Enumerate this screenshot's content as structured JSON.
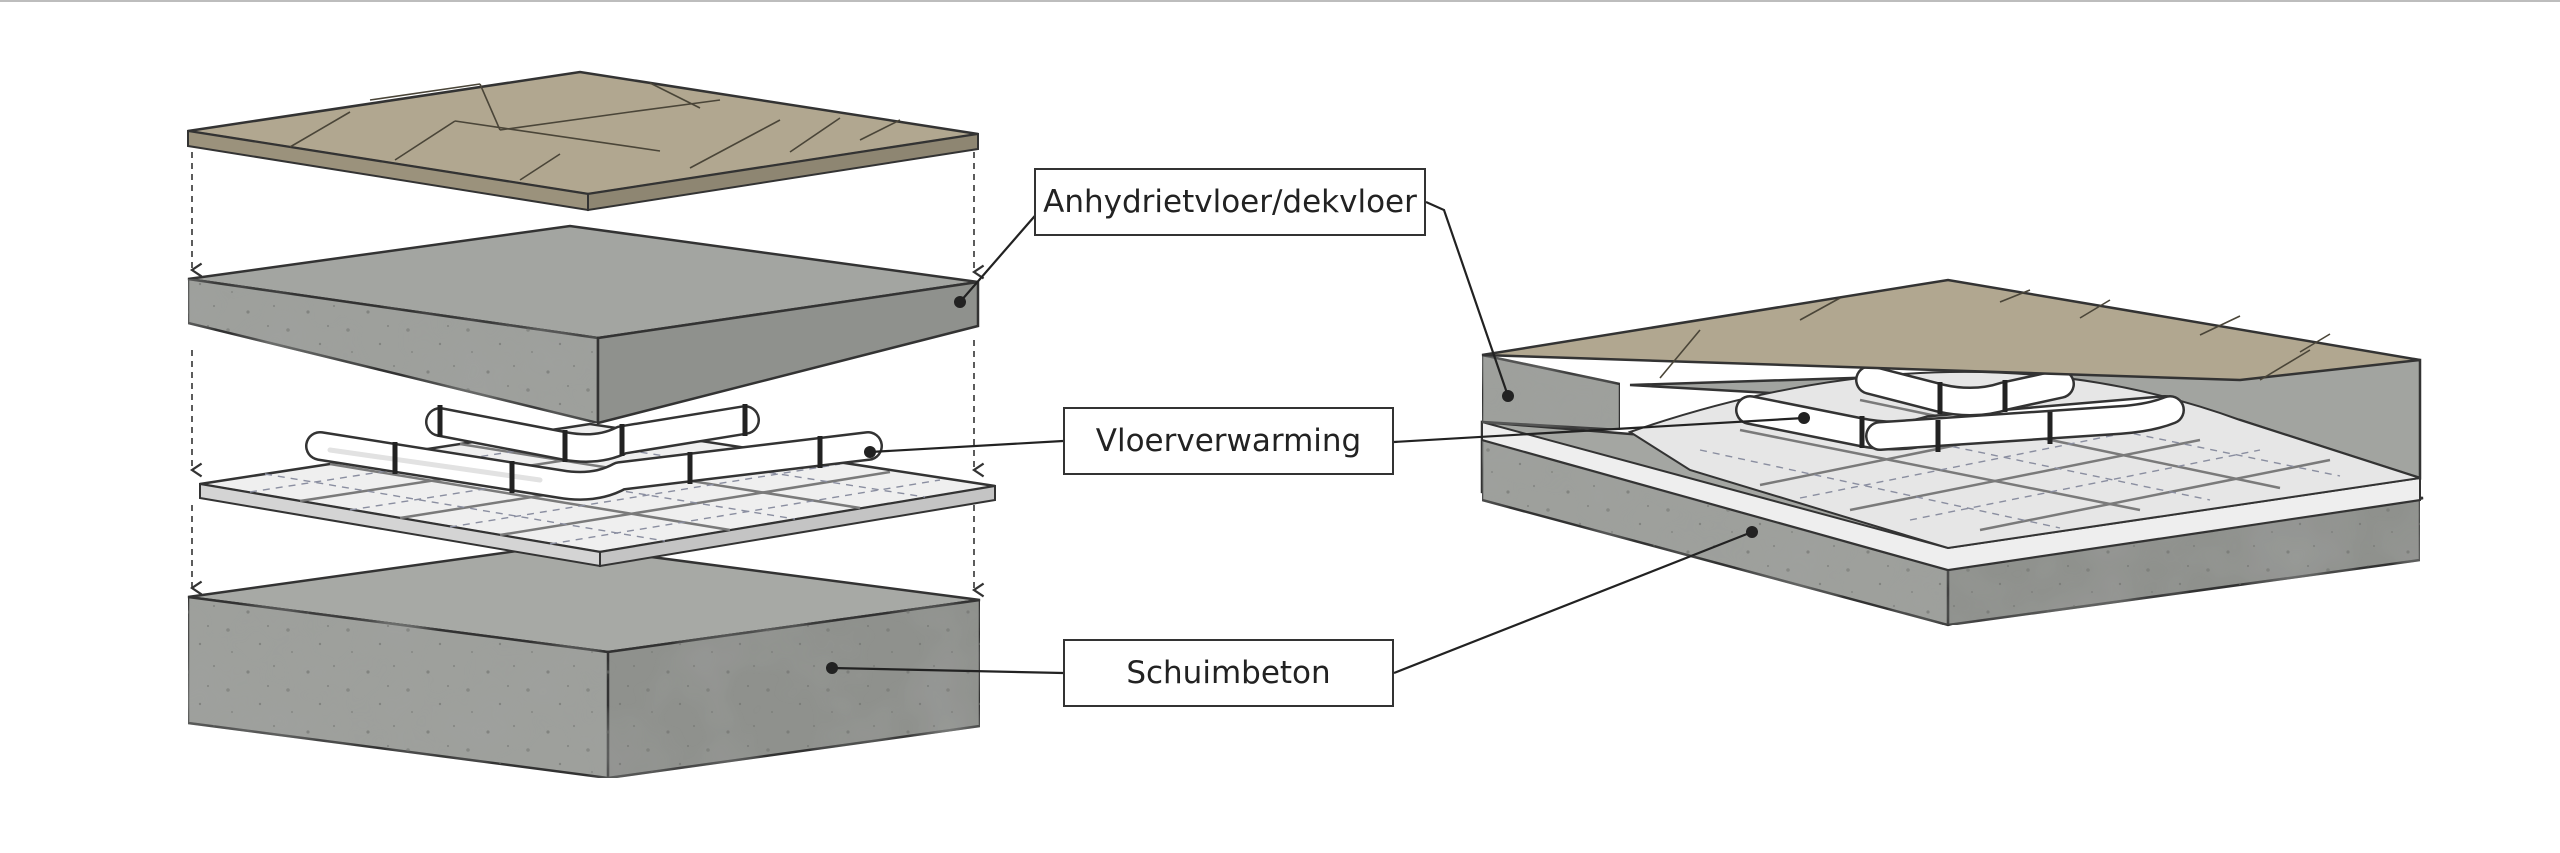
{
  "labels": {
    "anhydriet": "Anhydrietvloer/dekvloer",
    "vloerverwarming": "Vloerverwarming",
    "schuimbeton": "Schuimbeton"
  },
  "colors": {
    "wood_floor": "#b1a790",
    "concrete": "#9ea09c",
    "concrete_dark": "#7f807d",
    "insulation_board": "#ebebeb",
    "pipe": "#ffffff",
    "outline": "#333333"
  }
}
